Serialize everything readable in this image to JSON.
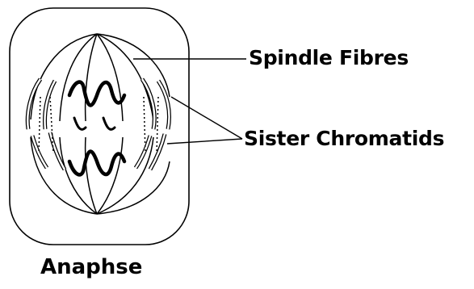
{
  "labels": {
    "spindle_fibres": "Spindle Fibres",
    "sister_chromatids": "Sister Chromatids"
  },
  "caption": "Anaphse"
}
